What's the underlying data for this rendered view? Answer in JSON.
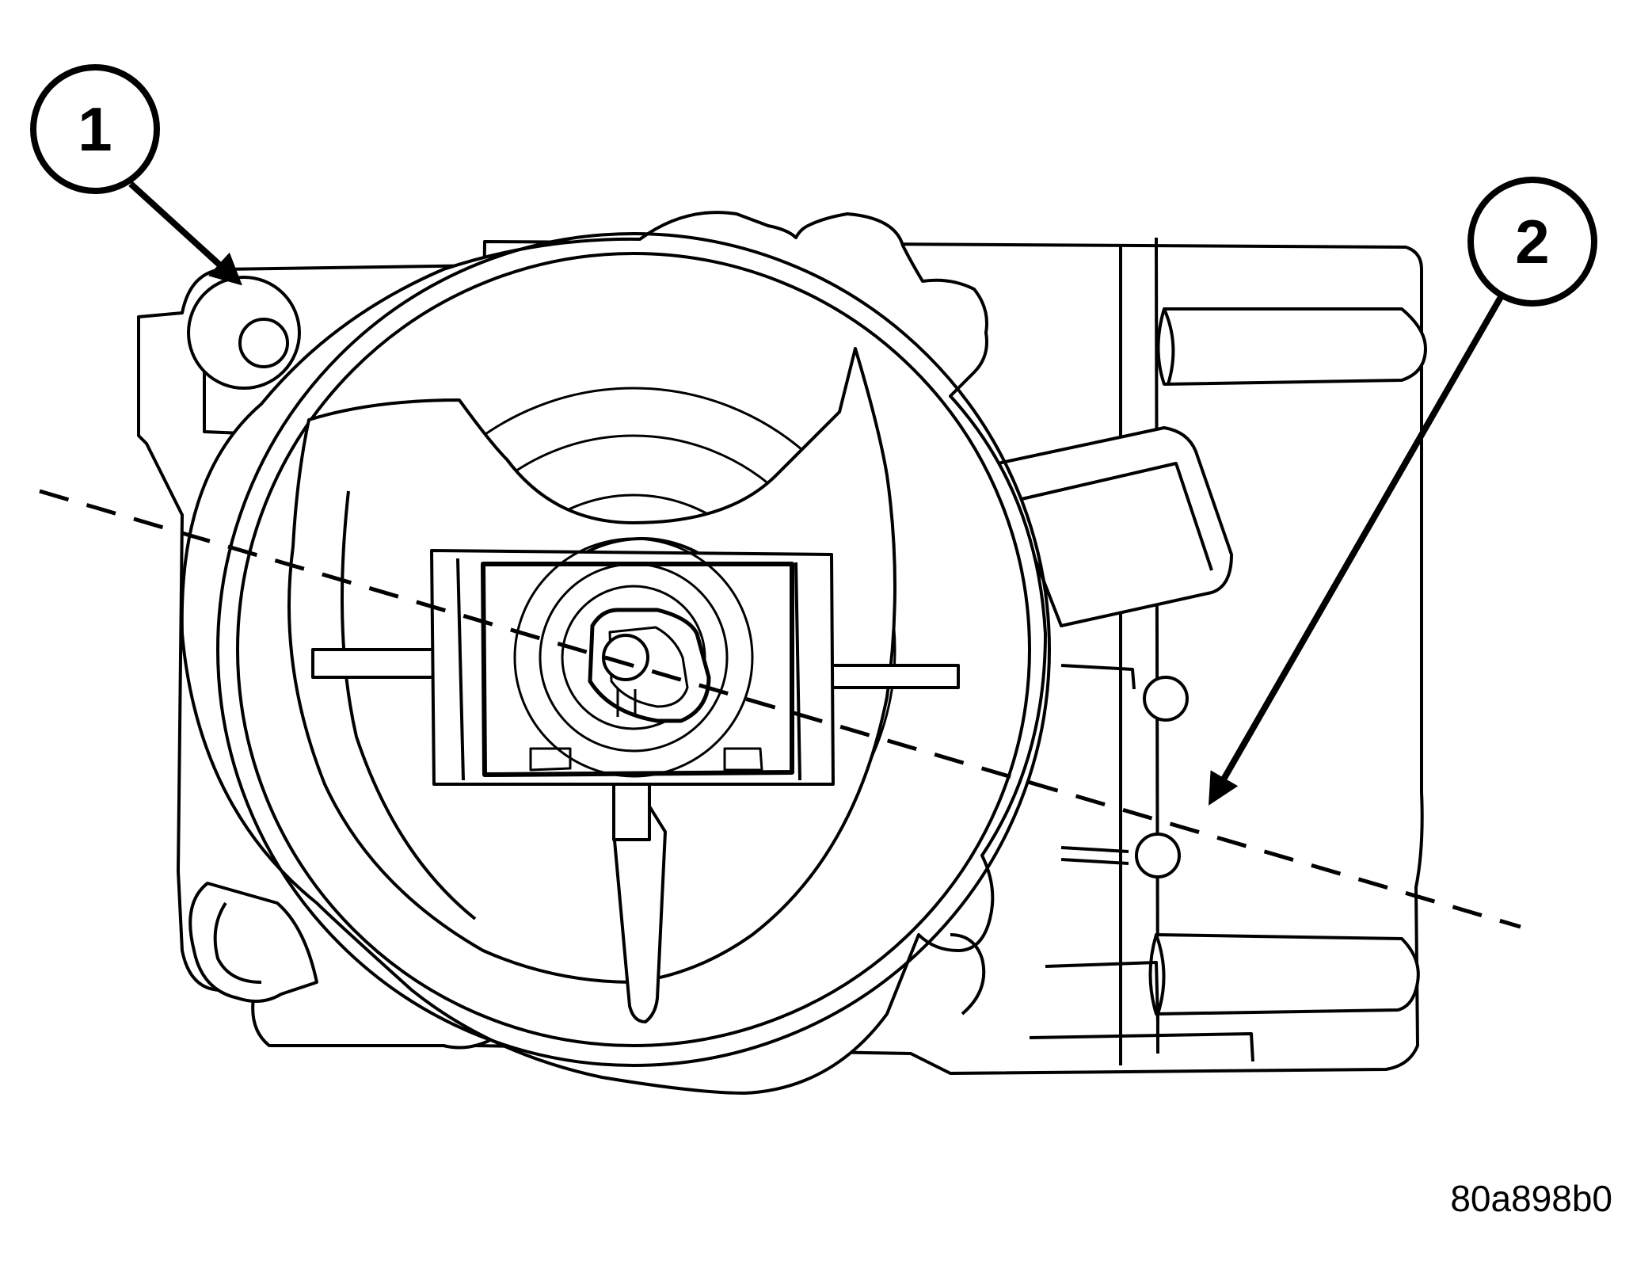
{
  "callouts": [
    {
      "label": "1"
    },
    {
      "label": "2"
    }
  ],
  "figure_id": "80a898b0",
  "colors": {
    "line": "#000000",
    "background": "#ffffff"
  }
}
